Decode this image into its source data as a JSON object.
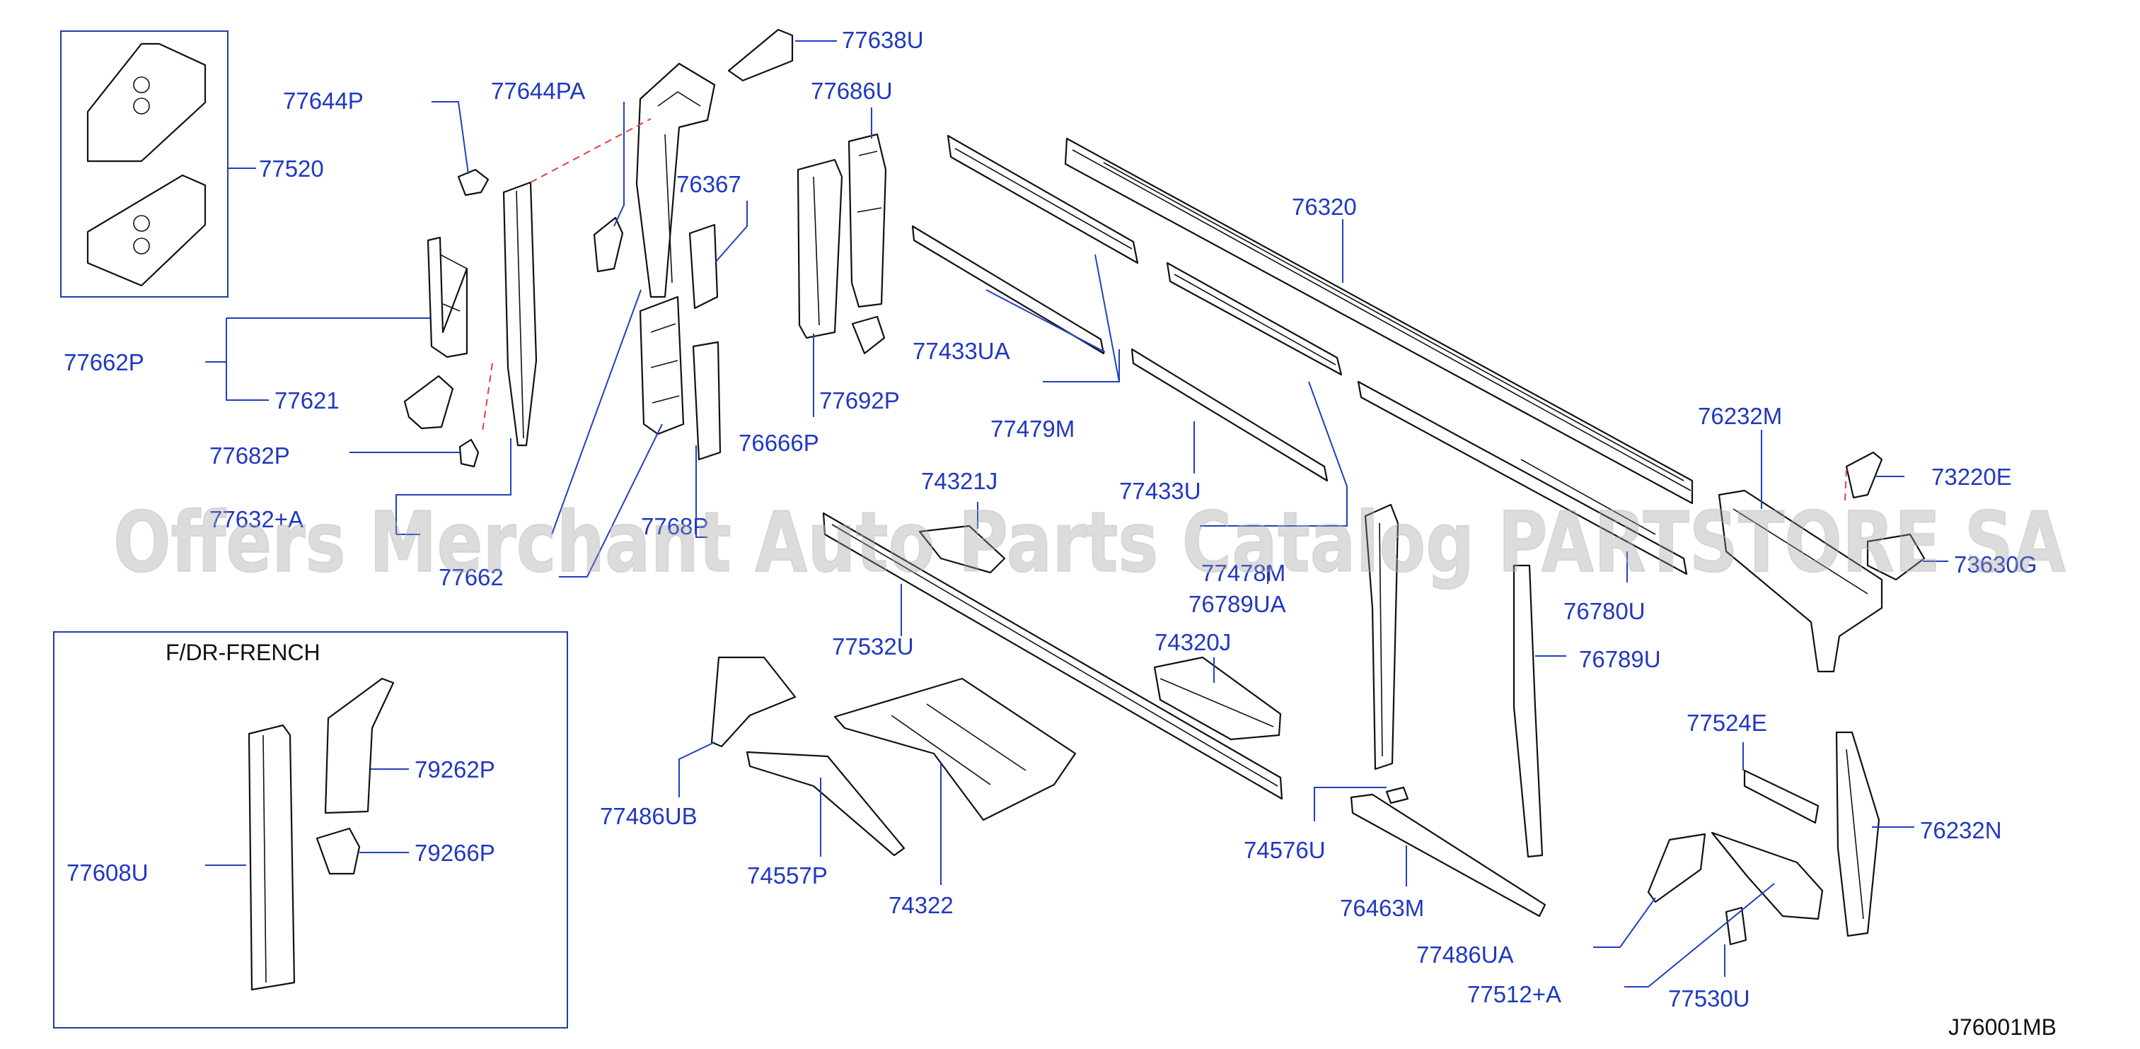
{
  "diagram": {
    "code": "J76001MB",
    "inset_title": "F/DR-FRENCH",
    "watermark": "Offers Merchant Auto Parts Catalog PARTSTORE SA",
    "accent_color": "#2038c0",
    "line_color": "#111111",
    "dash_color": "#e04040"
  },
  "parts": [
    {
      "id": "77638U",
      "label": "77638U"
    },
    {
      "id": "77644P",
      "label": "77644P"
    },
    {
      "id": "77644PA",
      "label": "77644PA"
    },
    {
      "id": "77686U",
      "label": "77686U"
    },
    {
      "id": "77520",
      "label": "77520"
    },
    {
      "id": "76367",
      "label": "76367"
    },
    {
      "id": "76320",
      "label": "76320"
    },
    {
      "id": "77662P",
      "label": "77662P"
    },
    {
      "id": "77433UA-1",
      "label": "77433UA"
    },
    {
      "id": "77621",
      "label": "77621"
    },
    {
      "id": "77692P",
      "label": "77692P"
    },
    {
      "id": "77479M",
      "label": "77479M"
    },
    {
      "id": "76232M",
      "label": "76232M"
    },
    {
      "id": "77682P",
      "label": "77682P"
    },
    {
      "id": "76666P",
      "label": "76666P"
    },
    {
      "id": "74321J",
      "label": "74321J"
    },
    {
      "id": "77433U",
      "label": "77433U"
    },
    {
      "id": "73220E",
      "label": "73220E"
    },
    {
      "id": "77632A",
      "label": "77632+A"
    },
    {
      "id": "7768P",
      "label": "7768⁠P"
    },
    {
      "id": "73630G",
      "label": "73630G"
    },
    {
      "id": "77478M",
      "label": "77478M"
    },
    {
      "id": "77662",
      "label": "77662"
    },
    {
      "id": "76789UA",
      "label": "76789UA"
    },
    {
      "id": "76780U",
      "label": "76780U"
    },
    {
      "id": "77532U",
      "label": "77532U"
    },
    {
      "id": "74320J",
      "label": "74320J"
    },
    {
      "id": "76789U",
      "label": "76789U"
    },
    {
      "id": "77524E",
      "label": "77524E"
    },
    {
      "id": "79262P",
      "label": "79262P"
    },
    {
      "id": "77486UB",
      "label": "77486UB"
    },
    {
      "id": "76232N",
      "label": "76232N"
    },
    {
      "id": "74576U",
      "label": "74576U"
    },
    {
      "id": "79266P",
      "label": "79266P"
    },
    {
      "id": "77608U",
      "label": "77608U"
    },
    {
      "id": "74557P",
      "label": "74557P"
    },
    {
      "id": "74322",
      "label": "74322"
    },
    {
      "id": "76463M",
      "label": "76463M"
    },
    {
      "id": "77486UA",
      "label": "77486UA"
    },
    {
      "id": "77512A",
      "label": "77512+A"
    },
    {
      "id": "77530U",
      "label": "77530U"
    }
  ]
}
